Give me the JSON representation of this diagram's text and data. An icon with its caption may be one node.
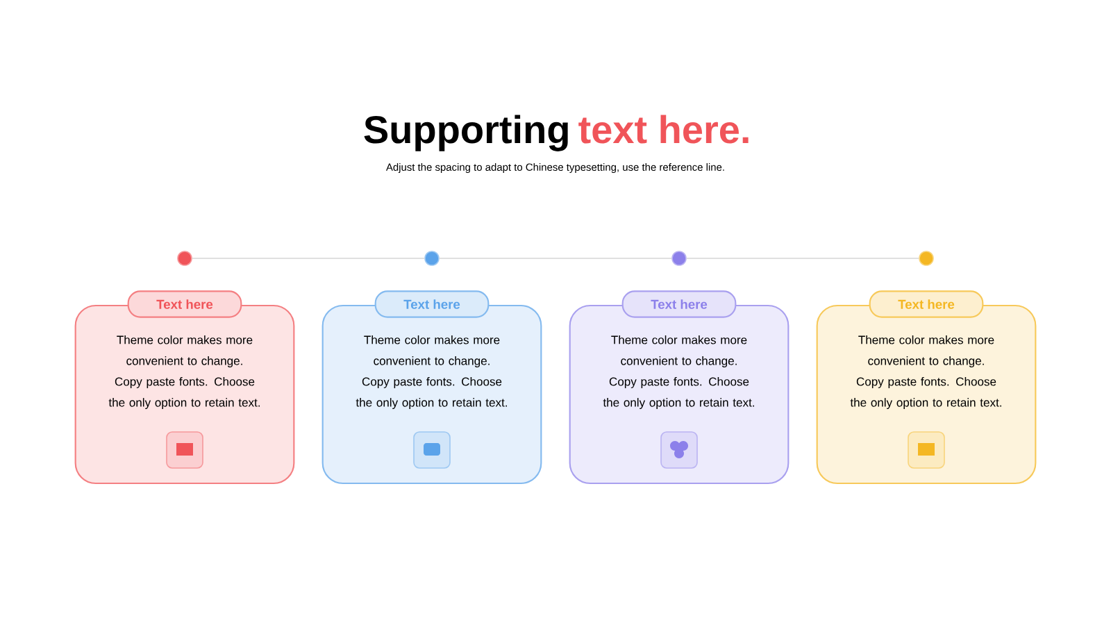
{
  "diagram": {
    "nodes": [
      {
        "text": [],
        "shape": "circle"
      },
      {
        "text": [],
        "shape": "circle"
      },
      {
        "text": [],
        "shape": "circle"
      },
      {
        "text": [],
        "shape": "circle"
      },
      {
        "text": [
          "Text here",
          "Theme color makes more convenient to change.",
          "Copy paste  fonts. Choose the only option to retain text."
        ]
      },
      {
        "text": [
          "Text here",
          "Theme color makes more convenient to change.",
          "Copy paste  fonts. Choose the only option to retain text."
        ]
      },
      {
        "text": [
          "Text here",
          "Theme color makes more convenient to change.",
          "Copy paste  fonts. Choose the only option to retain text."
        ]
      },
      {
        "text": [
          "Text here",
          "Theme color makes more convenient to change.",
          "Copy paste  fonts. Choose the only option to retain text."
        ]
      }
    ],
    "edges": [
      {
        "from": 0,
        "to": 1,
        "arrow": "none"
      },
      {
        "from": 1,
        "to": 2,
        "arrow": "none"
      },
      {
        "from": 2,
        "to": 3,
        "arrow": "none"
      }
    ],
    "labels": [
      "Supporting",
      "text here.",
      "Adjust the spacing to adapt to Chinese typesetting, use the reference line."
    ]
  }
}
